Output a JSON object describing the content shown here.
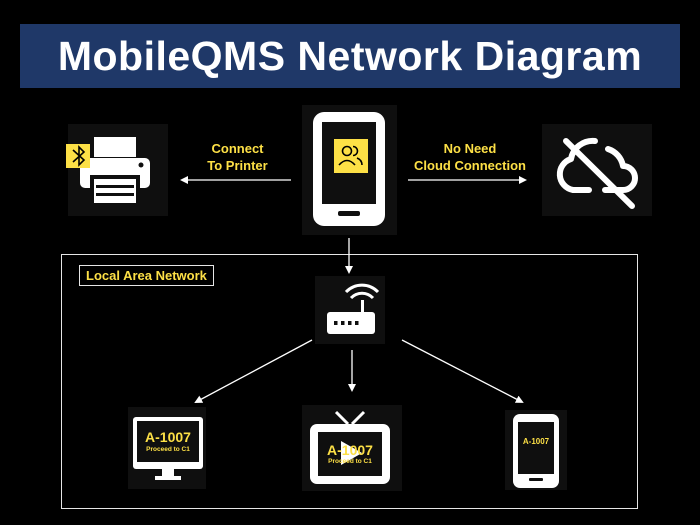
{
  "header": {
    "title": "MobileQMS Network Diagram"
  },
  "labels": {
    "connect_printer": [
      "Connect",
      "To Printer"
    ],
    "no_cloud": [
      "No Need",
      "Cloud Connection"
    ],
    "lan": "Local Area Network"
  },
  "devices": {
    "monitor": {
      "ticket": "A-1007",
      "message": "Proceed to C1"
    },
    "tv": {
      "ticket": "A-1007",
      "message": "Proceed to C1"
    },
    "phone": {
      "ticket": "A-1007"
    }
  },
  "colors": {
    "banner": "#1f3868",
    "accent": "#fde046",
    "foreground": "#ffffff",
    "background": "#000000"
  },
  "icons": [
    "bluetooth-icon",
    "printer-icon",
    "user-group-icon",
    "mobile-phone-icon",
    "cloud-off-icon",
    "wifi-router-icon",
    "monitor-icon",
    "tv-icon",
    "play-icon"
  ]
}
